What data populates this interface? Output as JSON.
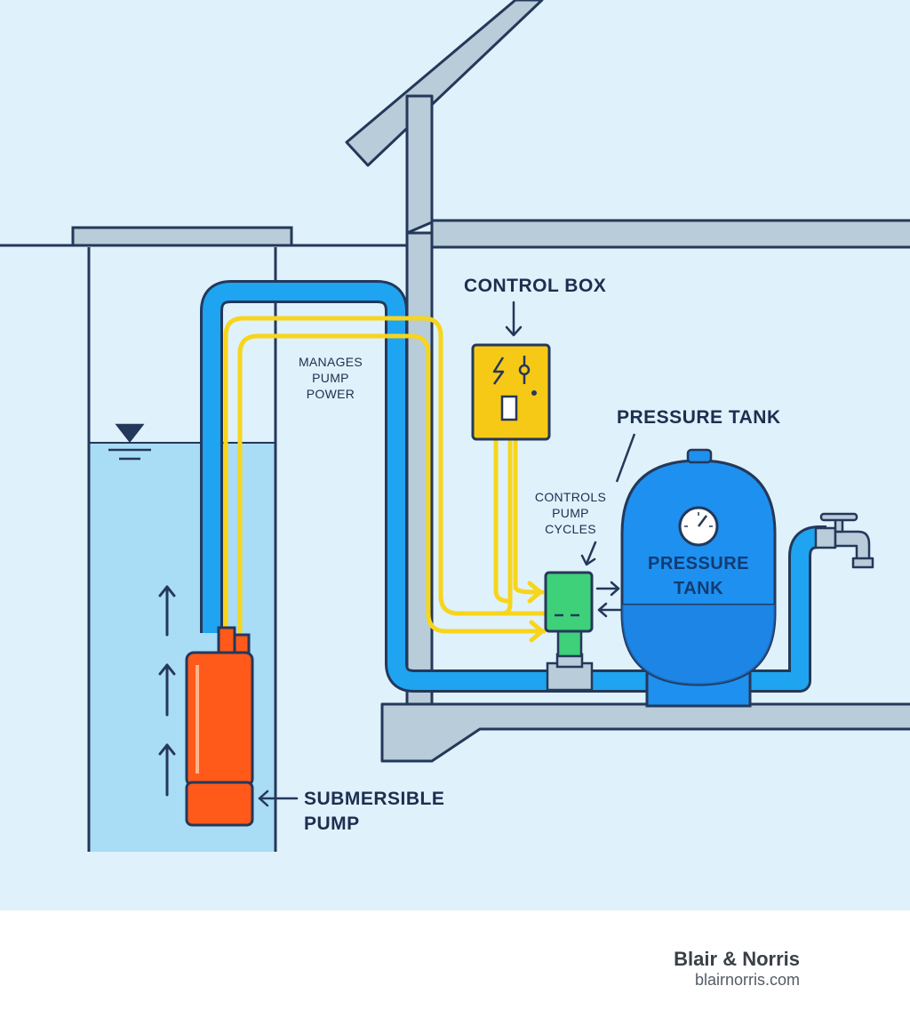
{
  "labels": {
    "control_box": "CONTROL BOX",
    "pressure_tank": "PRESSURE TANK",
    "tank_text_line1": "PRESSURE",
    "tank_text_line2": "TANK",
    "manages_line1": "MANAGES",
    "manages_line2": "PUMP",
    "manages_line3": "POWER",
    "controls_line1": "CONTROLS",
    "controls_line2": "PUMP",
    "controls_line3": "CYCLES",
    "submersible_line1": "SUBMERSIBLE",
    "submersible_line2": "PUMP"
  },
  "footer": {
    "brand_name": "Blair & Norris",
    "brand_url": "blairnorris.com"
  },
  "colors": {
    "background": "#dff1fb",
    "water": "#a9dcf5",
    "pipe": "#1ea4f0",
    "wire": "#f7d51c",
    "control_box": "#f6c916",
    "pressure_switch": "#3fd07a",
    "pump": "#ff5a1a",
    "tank": "#1e90f0",
    "structure": "#b8ccd9",
    "outline": "#24385a"
  },
  "icons": [
    "water-level-icon",
    "lightning-icon",
    "switch-icon",
    "pressure-gauge-icon",
    "faucet-icon",
    "flow-arrow-icon"
  ]
}
